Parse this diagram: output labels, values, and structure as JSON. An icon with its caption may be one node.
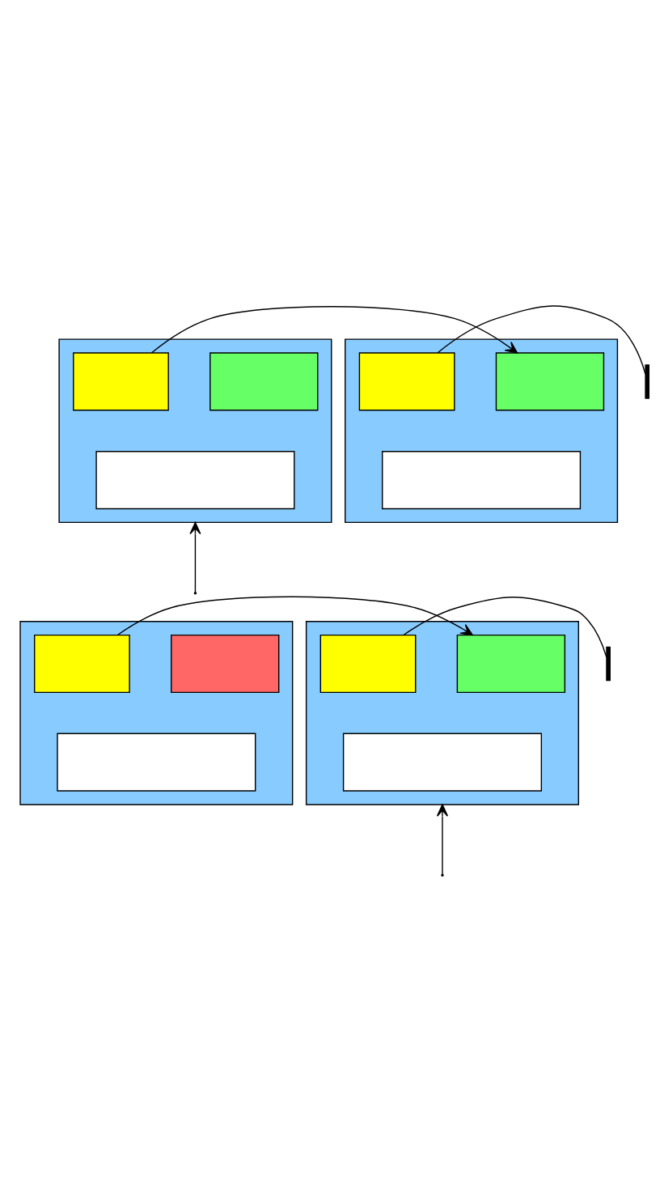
{
  "diagram": {
    "nodes": [
      {
        "text": [],
        "shape": "box"
      },
      {
        "text": [],
        "shape": "box",
        "in": 0
      },
      {
        "text": [],
        "shape": "box",
        "in": 0
      },
      {
        "text": [],
        "shape": "box",
        "in": 0
      },
      {
        "text": [],
        "shape": "box"
      },
      {
        "text": [],
        "shape": "box",
        "in": 4
      },
      {
        "text": [],
        "shape": "box",
        "in": 4
      },
      {
        "text": [],
        "shape": "box",
        "in": 4
      },
      {
        "text": [],
        "shape": "bar"
      },
      {
        "text": [],
        "shape": "box"
      },
      {
        "text": [],
        "shape": "box",
        "in": 9
      },
      {
        "text": [],
        "shape": "box",
        "in": 9
      },
      {
        "text": [],
        "shape": "box",
        "in": 9
      },
      {
        "text": [],
        "shape": "box"
      },
      {
        "text": [],
        "shape": "box",
        "in": 13
      },
      {
        "text": [],
        "shape": "box",
        "in": 13
      },
      {
        "text": [],
        "shape": "box",
        "in": 13
      },
      {
        "text": [],
        "shape": "bar"
      }
    ],
    "edges": [
      {
        "from": 2,
        "to": 5,
        "arrow": "to"
      },
      {
        "from": 6,
        "to": 8,
        "arrow": "none"
      },
      {
        "from": null,
        "to": 0,
        "arrow": "to"
      },
      {
        "from": 11,
        "to": 14,
        "arrow": "to"
      },
      {
        "from": 15,
        "to": 17,
        "arrow": "none"
      },
      {
        "from": null,
        "to": 13,
        "arrow": "to"
      }
    ]
  }
}
